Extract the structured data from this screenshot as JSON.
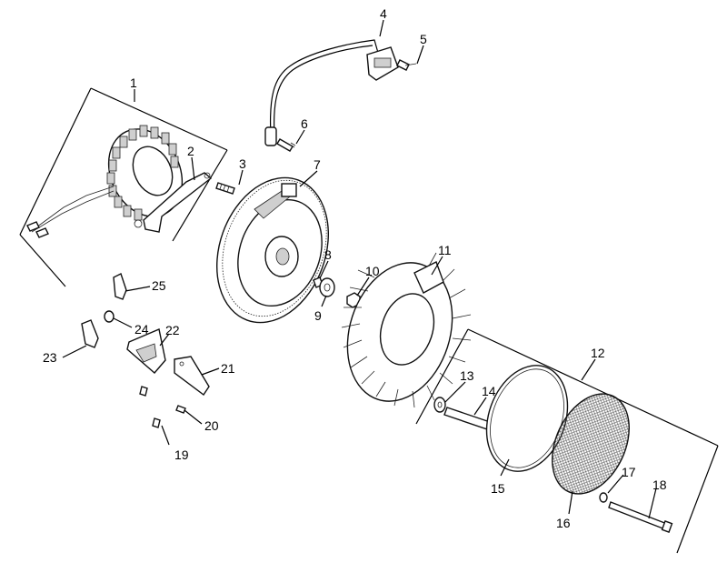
{
  "callouts": {
    "c1": "1",
    "c2": "2",
    "c3": "3",
    "c4": "4",
    "c5": "5",
    "c6": "6",
    "c7": "7",
    "c8": "8",
    "c9": "9",
    "c10": "10",
    "c11": "11",
    "c12": "12",
    "c13": "13",
    "c14": "14",
    "c15": "15",
    "c16": "16",
    "c17": "17",
    "c18": "18",
    "c19": "19",
    "c20": "20",
    "c21": "21",
    "c22": "22",
    "c23": "23",
    "c24": "24",
    "c25": "25"
  },
  "colors": {
    "ink": "#000000",
    "paper": "#ffffff",
    "shade": "#cfcfcf"
  }
}
